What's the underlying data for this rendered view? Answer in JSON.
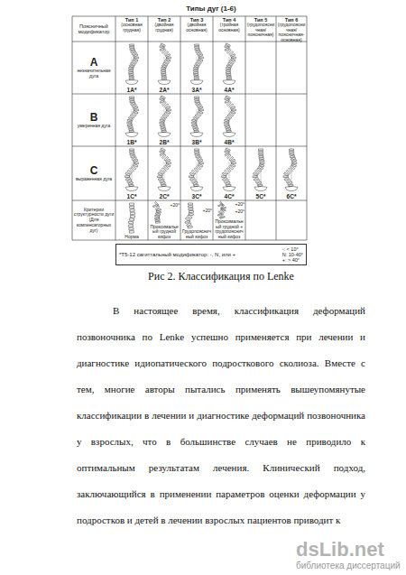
{
  "diagram": {
    "caption": "Рис 2. Классификация по Lenke",
    "nodes": [
      {
        "text": [
          "*T5-12 сагиттальный модификатор: -, N, или +",
          "-: < 10°",
          "N: 10-40°",
          "+: > 40°"
        ]
      }
    ],
    "labels": [
      "Типы дуг (1-6)",
      "Поясничный модификатор",
      "Тип 1",
      "(основная грудная)",
      "Тип 2",
      "(двойная грудная)",
      "Тип 3",
      "(двойная основная)",
      "Тип 4",
      "(тройная основная)",
      "Тип 5",
      "(грудопоясничная/поясничная)",
      "Тип 6",
      "(грудопоясничная/поясничная-основная)",
      "A",
      "незначительная дуга",
      "1A*",
      "2A*",
      "3A*",
      "4A*",
      "B",
      "умеренная дуга",
      "1B*",
      "2B*",
      "3B*",
      "4B*",
      "C",
      "выраженная дуга",
      "1C*",
      "2C*",
      "3C*",
      "4C*",
      "5C*",
      "6C*",
      "Критерии структурности дуги (Для компенсаторных дуг)",
      "Норма",
      "Проксимальный грудной кифоз",
      "+20°",
      "Грудопоясничный кифоз",
      "+20°",
      "Проксимальный грудной + грудопоясничный кифоз",
      "+20°",
      "+20°",
      "В настоящее время, классификация деформаций позвоночника по Lenke успешно применяется при лечении и диагностике идиопатического подросткового сколиоза. Вместе с тем, многие авторы пытались применять вышеупомянутые классификации в лечении и диагностике деформаций позвоночника у взрослых, что в большинстве случаев не приводило к оптимальным результатам лечения. Клинический подход, заключающийся в применении параметров оценки деформации у подростков и детей в лечении взрослых пациентов приводит к",
      "dsLib.net",
      "библиотека диссертаций"
    ]
  }
}
